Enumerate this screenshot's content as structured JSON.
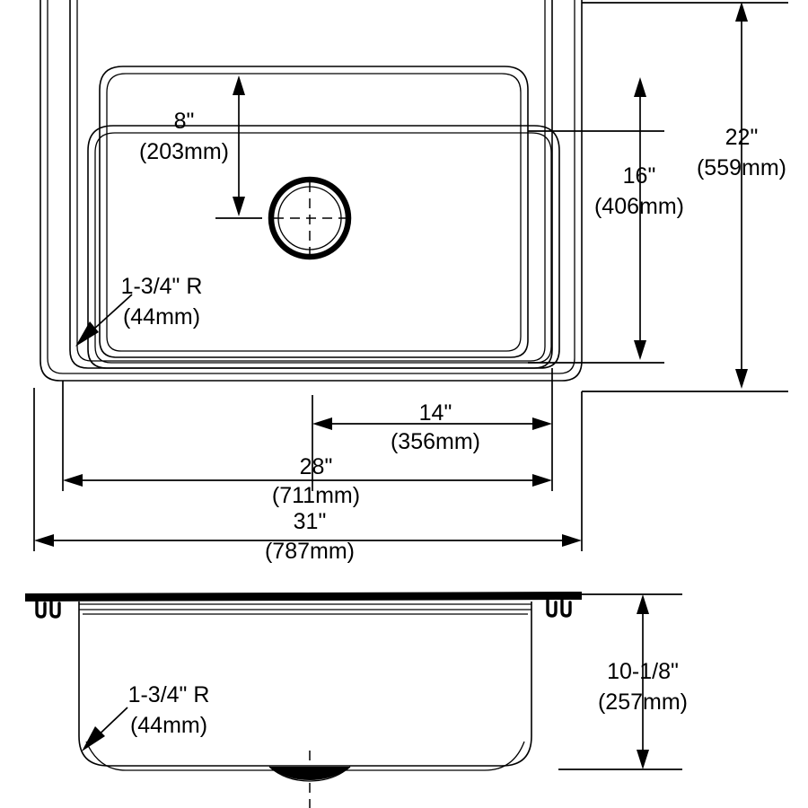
{
  "drawing": {
    "title": "Stainless Steel Sink Dimensional Drawing",
    "line_color": "#000000",
    "background_color": "#ffffff",
    "views": {
      "top": {
        "name": "top-plan-view"
      },
      "section": {
        "name": "front-section-view"
      }
    }
  },
  "dimensions": {
    "drain_from_rear": {
      "name": "drain-offset-from-rear",
      "imperial": "8\"",
      "metric": "(203mm)"
    },
    "bowl_depth_front_to_back": {
      "name": "bowl-front-to-back",
      "imperial": "16\"",
      "metric": "(406mm)"
    },
    "overall_front_to_back": {
      "name": "overall-front-to-back",
      "imperial": "22\"",
      "metric": "(559mm)"
    },
    "drain_from_right": {
      "name": "drain-offset-from-right",
      "imperial": "14\"",
      "metric": "(356mm)"
    },
    "bowl_width": {
      "name": "bowl-width",
      "imperial": "28\"",
      "metric": "(711mm)"
    },
    "overall_width": {
      "name": "overall-width",
      "imperial": "31\"",
      "metric": "(787mm)"
    },
    "bowl_height": {
      "name": "bowl-depth",
      "imperial": "10-1/8\"",
      "metric": "(257mm)"
    },
    "corner_radius_top": {
      "name": "corner-radius-top-view",
      "imperial": "1-3/4\" R",
      "metric": "(44mm)"
    },
    "corner_radius_section": {
      "name": "corner-radius-section-view",
      "imperial": "1-3/4\" R",
      "metric": "(44mm)"
    }
  }
}
